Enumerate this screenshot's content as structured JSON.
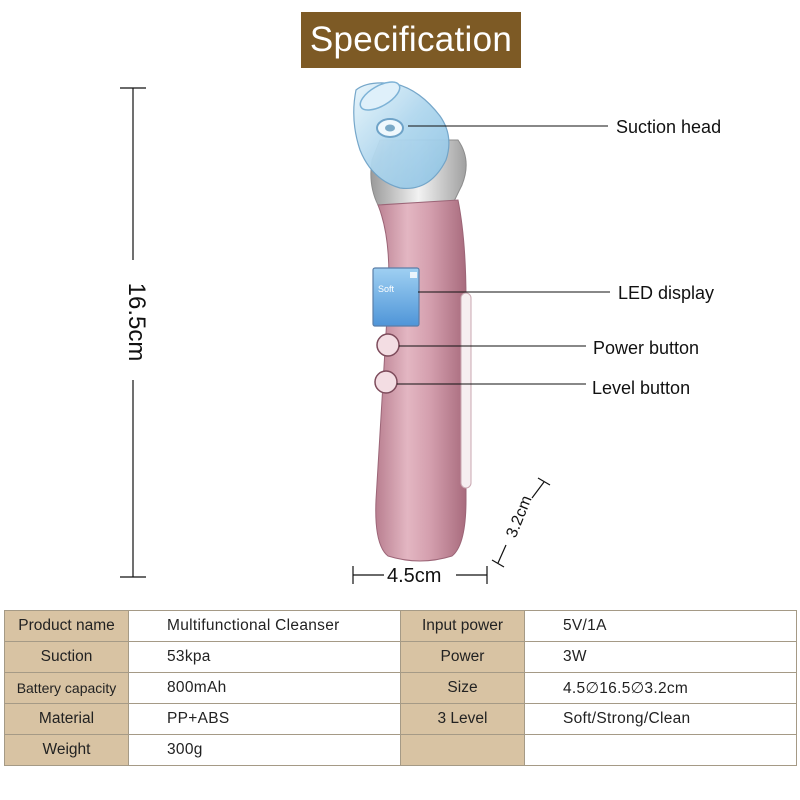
{
  "title": "Specification",
  "callouts": {
    "suction_head": "Suction head",
    "led_display": "LED display",
    "power_button": "Power button",
    "level_button": "Level button"
  },
  "dimensions": {
    "height": "16.5cm",
    "width": "4.5cm",
    "depth": "3.2cm"
  },
  "device": {
    "screen_text": "Soft",
    "body_color": "#d9a6b3",
    "head_color": "#bfe0f2"
  },
  "table": {
    "rows": [
      [
        "Product  name",
        "Multifunctional  Cleanser",
        "Input  power",
        "5V/1A"
      ],
      [
        "Suction",
        "53kpa",
        "Power",
        "3W"
      ],
      [
        "Battery  capacity",
        "800mAh",
        "Size",
        "4.5∅16.5∅3.2cm"
      ],
      [
        "Material",
        "PP+ABS",
        "3  Level",
        "Soft/Strong/Clean"
      ],
      [
        "Weight",
        "300g",
        "",
        ""
      ]
    ]
  },
  "colors": {
    "title_bg": "#7d5a25",
    "label_cell_bg": "#d8c3a3"
  }
}
